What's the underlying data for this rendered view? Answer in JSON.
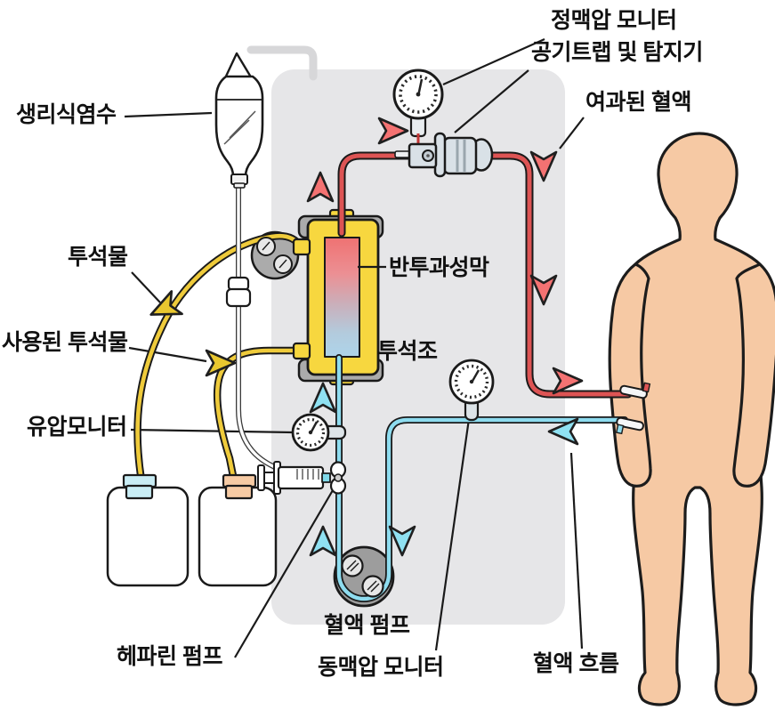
{
  "diagram": {
    "type": "hemodialysis-schematic",
    "labels": {
      "saline": "생리식염수",
      "dialysate": "투석물",
      "used_dialysate": "사용된 투석물",
      "hydraulic_pressure_monitor": "유압모니터",
      "heparin_pump": "헤파린 펌프",
      "blood_pump": "혈액 펌프",
      "arterial_pressure_monitor": "동맥압 모니터",
      "blood_flow": "혈액 흐름",
      "venous_pressure_monitor": "정맥압 모니터",
      "air_trap_detector": "공기트랩 및 탐지기",
      "filtered_blood": "여과된 혈액",
      "semipermeable_membrane": "반투과성막",
      "dialyzer": "투석조"
    },
    "colors": {
      "blood_line": "#DD5454",
      "blood_arrow": "#F47272",
      "venous_line": "#8EDCEF",
      "venous_arrow": "#8FE1F2",
      "dialysate_line": "#EFCB3B",
      "dialysate_arrow": "#E9C72F",
      "machine_panel": "#E6E6E8",
      "skin": "#F6C9A4",
      "dialyzer_body": "#F7D73F",
      "container_cap_left": "#C9EDF5",
      "container_cap_right": "#F7CBA4"
    }
  }
}
